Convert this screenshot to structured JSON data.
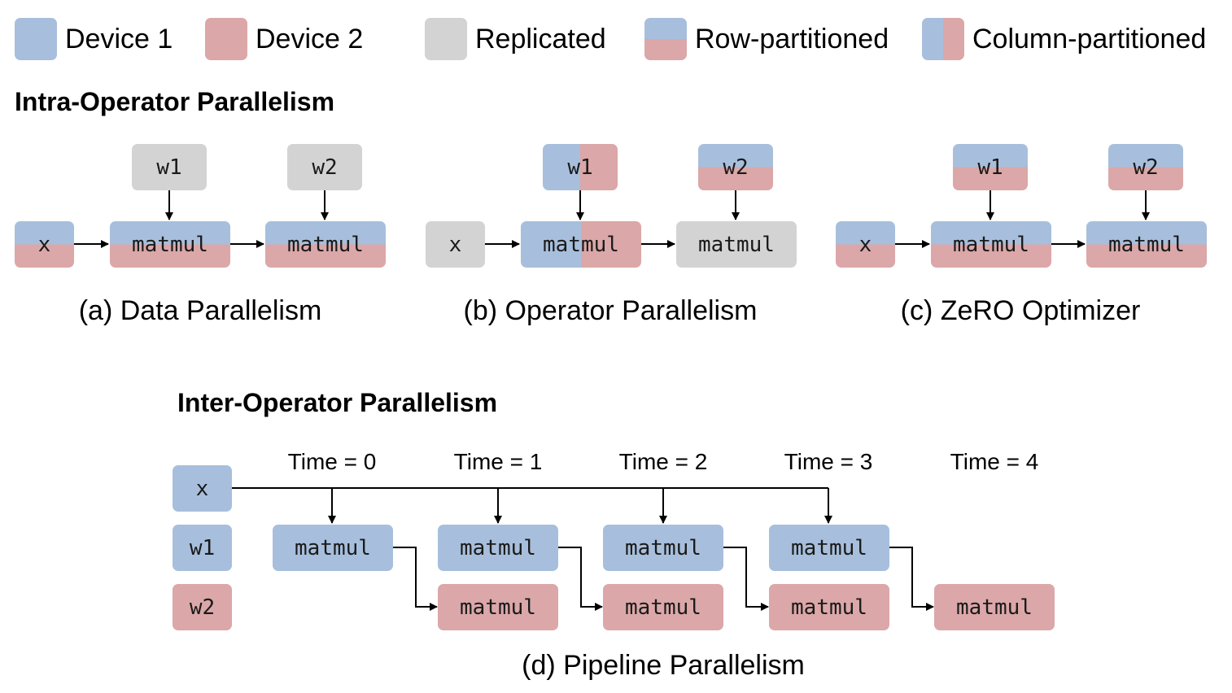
{
  "legend": {
    "device1": "Device 1",
    "device2": "Device 2",
    "replicated": "Replicated",
    "row_partitioned": "Row-partitioned",
    "column_partitioned": "Column-partitioned"
  },
  "colors": {
    "device1": "#a7bfdc",
    "device2": "#dba7a8",
    "replicated": "#d3d3d3"
  },
  "intra": {
    "heading": "Intra-Operator Parallelism",
    "a": {
      "caption": "(a) Data Parallelism",
      "x": "x",
      "w1": "w1",
      "w2": "w2",
      "op1": "matmul",
      "op2": "matmul"
    },
    "b": {
      "caption": "(b) Operator Parallelism",
      "x": "x",
      "w1": "w1",
      "w2": "w2",
      "op1": "matmul",
      "op2": "matmul"
    },
    "c": {
      "caption": "(c) ZeRO Optimizer",
      "x": "x",
      "w1": "w1",
      "w2": "w2",
      "op1": "matmul",
      "op2": "matmul"
    }
  },
  "inter": {
    "heading": "Inter-Operator Parallelism",
    "times": [
      "Time = 0",
      "Time = 1",
      "Time = 2",
      "Time = 3",
      "Time = 4"
    ],
    "inputs": {
      "x": "x",
      "w1": "w1",
      "w2": "w2"
    },
    "stage1": [
      "matmul",
      "matmul",
      "matmul",
      "matmul"
    ],
    "stage2": [
      "matmul",
      "matmul",
      "matmul",
      "matmul"
    ],
    "caption": "(d) Pipeline Parallelism"
  }
}
